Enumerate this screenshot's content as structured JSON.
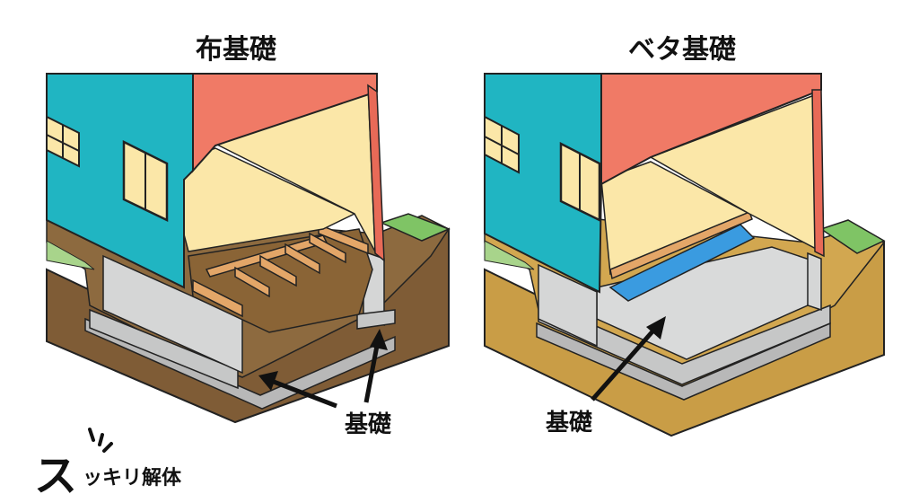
{
  "diagrams": [
    {
      "title": "布基礎",
      "callout": "基礎"
    },
    {
      "title": "ベタ基礎",
      "callout": "基礎"
    }
  ],
  "logo": {
    "big": "ス",
    "small": "ッキリ解体"
  },
  "colors": {
    "wall_teal": "#20b5c2",
    "wall_red": "#f07a66",
    "interior": "#fbe7a8",
    "wood": "#e3a668",
    "concrete": "#d5d6d6",
    "soil_dark": "#7f5c36",
    "soil_gold": "#c99d46",
    "grass": "#7fc465",
    "gravel": "#b8b8b8",
    "membrane": "#3a9be0"
  }
}
